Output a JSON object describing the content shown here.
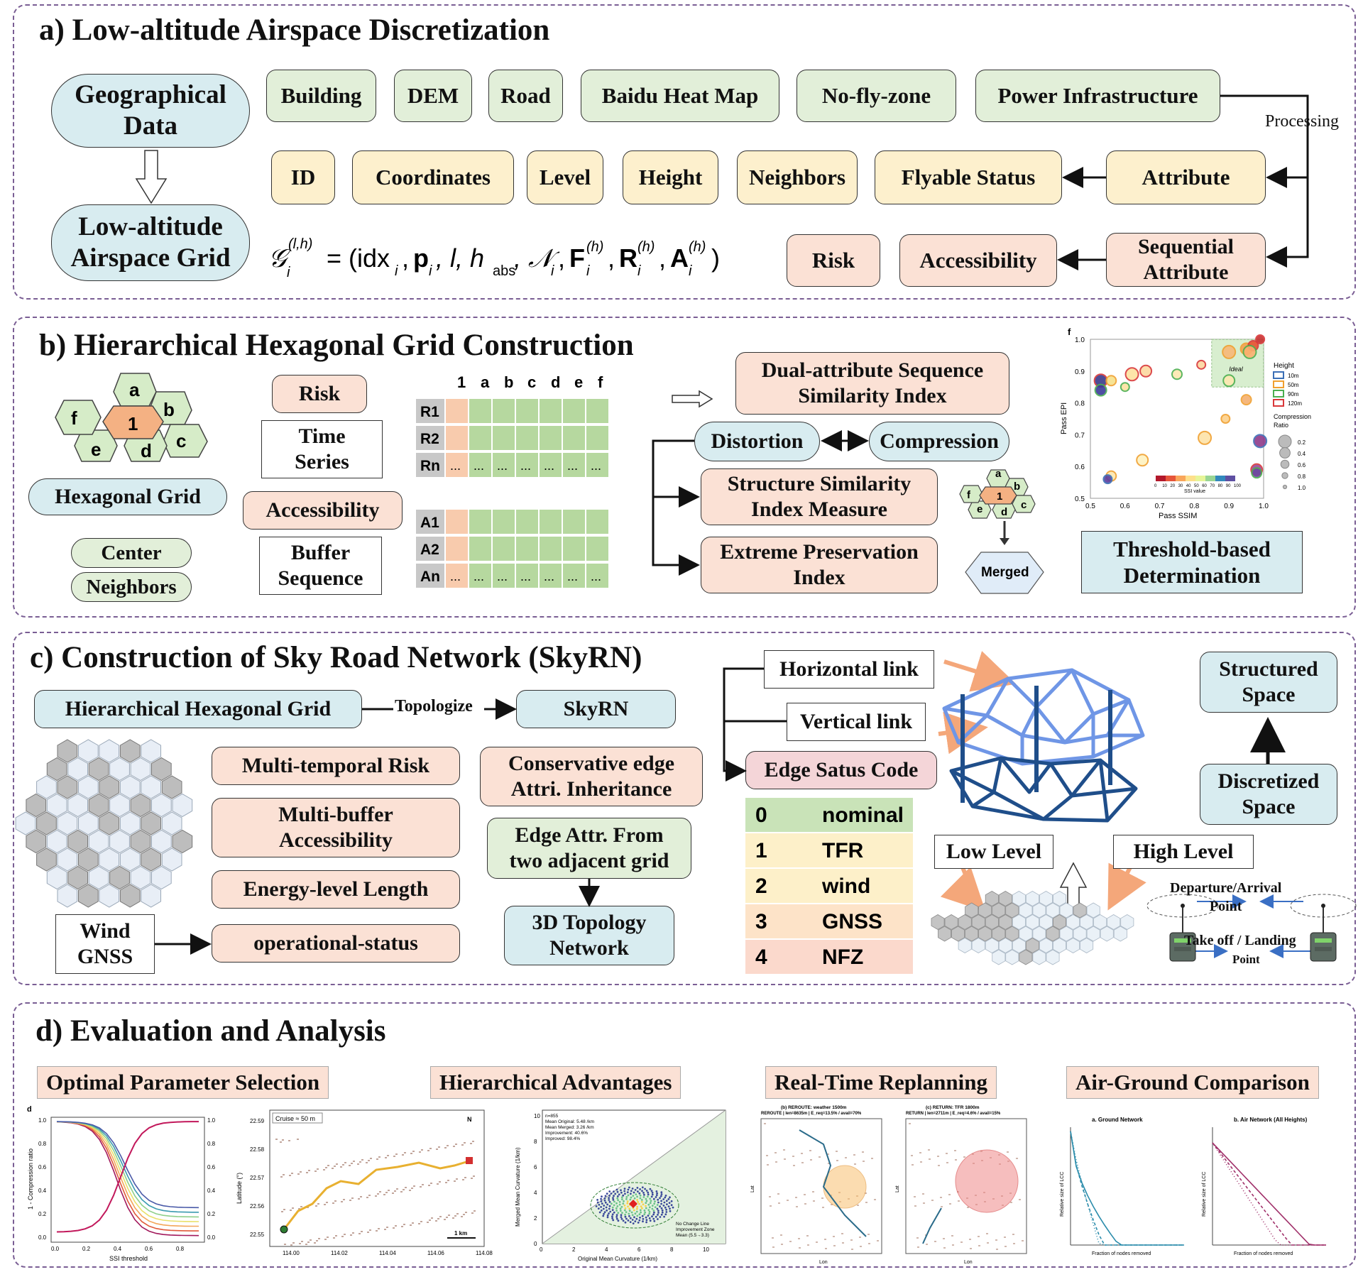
{
  "panels": {
    "a_title": "a) Low-altitude Airspace Discretization",
    "b_title": "b) Hierarchical Hexagonal Grid Construction",
    "c_title": "c) Construction of Sky Road Network (SkyRN)",
    "d_title": "d) Evaluation and Analysis"
  },
  "a": {
    "geo": "Geographical\nData",
    "grid": "Low-altitude\nAirspace Grid",
    "sources": [
      "Building",
      "DEM",
      "Road",
      "Baidu Heat Map",
      "No-fly-zone",
      "Power Infrastructure"
    ],
    "processing": "Processing",
    "attrs": [
      "ID",
      "Coordinates",
      "Level",
      "Height",
      "Neighbors",
      "Flyable Status"
    ],
    "attribute": "Attribute",
    "risk": "Risk",
    "accessibility": "Accessibility",
    "sequential": "Sequential\nAttribute"
  },
  "b": {
    "hex_center": "1",
    "hex_labels": [
      "a",
      "b",
      "c",
      "d",
      "e",
      "f"
    ],
    "hexagonal_grid": "Hexagonal Grid",
    "center": "Center",
    "neighbors": "Neighbors",
    "risk": "Risk",
    "time_series": "Time\nSeries",
    "accessibility": "Accessibility",
    "buffer_sequence": "Buffer\nSequence",
    "matrix_cols": [
      "1",
      "a",
      "b",
      "c",
      "d",
      "e",
      "f"
    ],
    "risk_rows": [
      "R1",
      "R2",
      "Rn"
    ],
    "acc_rows": [
      "A1",
      "A2",
      "An"
    ],
    "ellipsis": "...",
    "dual_index": "Dual-attribute Sequence\nSimilarity Index",
    "distortion": "Distortion",
    "compression": "Compression",
    "ssim": "Structure Similarity\nIndex Measure",
    "epi": "Extreme Preservation\nIndex",
    "merged": "Merged",
    "threshold": "Threshold-based\nDetermination",
    "scatter": {
      "panel_letter": "f",
      "xlabel": "Pass SSIM",
      "ylabel": "Pass EPI",
      "xticks": [
        "0.5",
        "0.6",
        "0.7",
        "0.8",
        "0.9",
        "1.0"
      ],
      "yticks": [
        "0.5",
        "0.6",
        "0.7",
        "0.8",
        "0.9",
        "1.0"
      ],
      "ideal": "Ideal",
      "colorbar_title": "SSI value",
      "colorbar_ticks": [
        "0",
        "10",
        "20",
        "30",
        "40",
        "50",
        "60",
        "70",
        "80",
        "90",
        "100"
      ],
      "legend_height_title": "Height",
      "legend_heights": [
        "10m",
        "50m",
        "90m",
        "120m"
      ],
      "legend_height_colors": [
        "#3b6fb6",
        "#f0a030",
        "#4caf50",
        "#d9383a"
      ],
      "legend_cr_title": "Compression\nRatio",
      "legend_cr": [
        "0.2",
        "0.4",
        "0.6",
        "0.8",
        "1.0"
      ]
    }
  },
  "c": {
    "hhg": "Hierarchical Hexagonal Grid",
    "topologize": "Topologize",
    "skyrn": "SkyRN",
    "multi_temporal": "Multi-temporal Risk",
    "multi_buffer": "Multi-buffer\nAccessibility",
    "energy": "Energy-level Length",
    "operational": "operational-status",
    "wind_gnss": "Wind\nGNSS",
    "conservative": "Conservative edge\nAttri. Inheritance",
    "edge_attr": "Edge Attr. From\ntwo adjacent grid",
    "topology": "3D Topology\nNetwork",
    "horizontal": "Horizontal link",
    "vertical": "Vertical link",
    "edge_status": "Edge Satus Code",
    "codes": [
      {
        "code": "0",
        "name": "nominal"
      },
      {
        "code": "1",
        "name": "TFR"
      },
      {
        "code": "2",
        "name": "wind"
      },
      {
        "code": "3",
        "name": "GNSS"
      },
      {
        "code": "4",
        "name": "NFZ"
      }
    ],
    "low_level": "Low Level",
    "high_level": "High Level",
    "structured": "Structured\nSpace",
    "discretized": "Discretized\nSpace",
    "dep_arr": "Departure/Arrival\nPoint",
    "takeoff": "Take off / Landing",
    "point": "Point"
  },
  "d": {
    "sections": [
      "Optimal Parameter Selection",
      "Hierarchical Advantages",
      "Real-Time Replanning",
      "Air-Ground Comparison"
    ],
    "fig1": {
      "letter": "d",
      "xlabel": "SSI threshold",
      "ylabel": "1 - Compression ratio",
      "xticks": [
        "0.0",
        "0.2",
        "0.4",
        "0.6",
        "0.8"
      ],
      "yticks": [
        "0.0",
        "0.2",
        "0.4",
        "0.6",
        "0.8",
        "1.0"
      ]
    },
    "fig2": {
      "cruise": "Cruise ≈ 50 m",
      "ylabel": "Latitude (°)",
      "north": "N",
      "scale": "1 km",
      "yticks": [
        "22.59",
        "22.58",
        "22.57",
        "22.56",
        "22.55"
      ],
      "xticks": [
        "114.00",
        "114.02",
        "114.04",
        "114.06",
        "114.08"
      ]
    },
    "fig3": {
      "stats": [
        "n=855",
        "Mean Original: 5.48 /km",
        "Mean Merged: 3.26 /km",
        "Improvement: 40.6%",
        "Improved: 98.4%"
      ],
      "xlabel": "Original Mean Curvature (1/km)",
      "ylabel": "Merged Mean Curvature (1/km)",
      "legend": [
        "No Change Line",
        "Improvement Zone",
        "Mean (5.5→3.3)"
      ],
      "ticks": [
        "0",
        "2",
        "4",
        "6",
        "8",
        "10"
      ]
    },
    "fig4": {
      "left_title": "(b) REROUTE: weather 1500m",
      "left_sub": "REROUTE | len=8635m | E_req=13.5% / avail=70%",
      "right_title": "(c) RETURN: TFR 1800m",
      "right_sub": "RETURN | len=2711m | E_req=4.6% / avail=15%",
      "lat": "Lat",
      "lon": "Lon"
    },
    "fig5": {
      "left_title": "a. Ground Network",
      "right_title": "b. Air Network (All Heights)",
      "xlabel": "Fraction of nodes removed",
      "ylabel": "Relative size of LCC"
    }
  }
}
